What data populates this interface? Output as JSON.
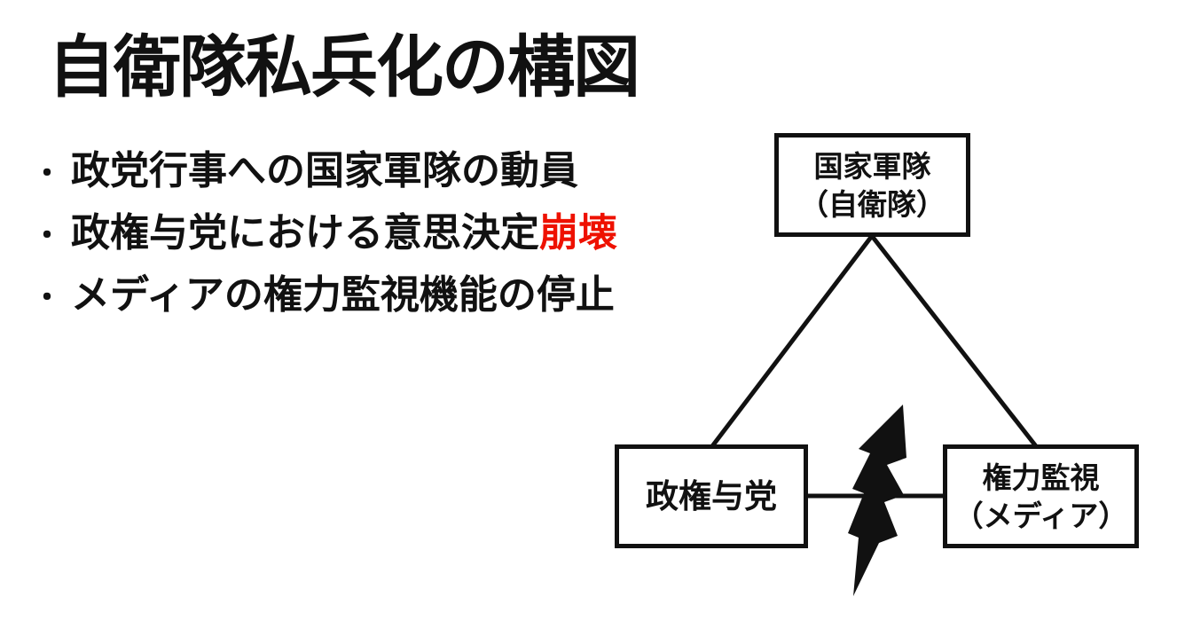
{
  "slide": {
    "title": "自衛隊私兵化の構図",
    "bullets": [
      {
        "marker": "・",
        "text": "政党行事への国家軍隊の動員",
        "highlight": ""
      },
      {
        "marker": "・",
        "text": "政権与党における意思決定",
        "highlight": "崩壊"
      },
      {
        "marker": "・",
        "text": "メディアの権力監視機能の停止",
        "highlight": ""
      }
    ]
  },
  "diagram": {
    "nodes": {
      "top": {
        "line1": "国家軍隊",
        "line2": "（自衛隊）"
      },
      "bottom_left": {
        "line1": "政権与党"
      },
      "bottom_right": {
        "line1": "権力監視",
        "line2": "（メディア）"
      }
    },
    "edges": [
      {
        "from": "国家軍隊（自衛隊）",
        "to": "政権与党",
        "status": "connected"
      },
      {
        "from": "国家軍隊（自衛隊）",
        "to": "権力監視（メディア）",
        "status": "connected"
      },
      {
        "from": "政権与党",
        "to": "権力監視（メディア）",
        "status": "broken",
        "symbol": "lightning-bolt"
      }
    ]
  },
  "colors": {
    "text": "#111111",
    "highlight_red": "#ee1100",
    "line": "#111111",
    "background": "#ffffff"
  }
}
